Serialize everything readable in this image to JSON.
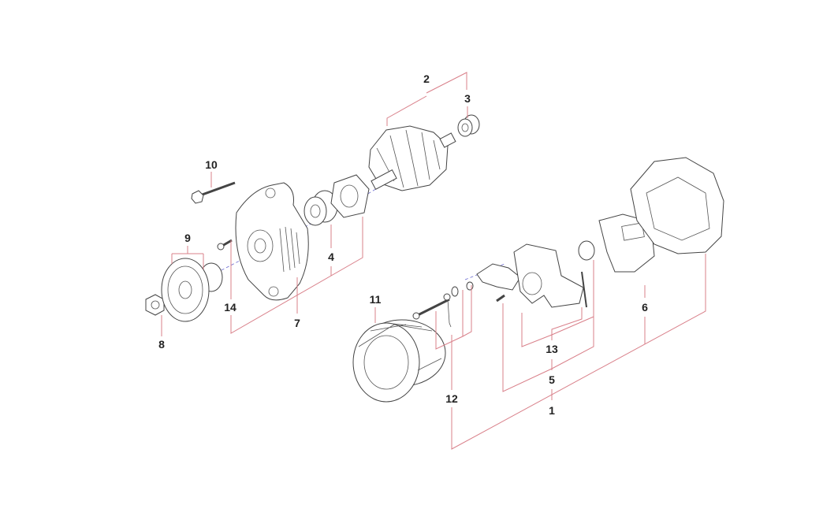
{
  "diagram": {
    "title": "Alternator exploded view",
    "callouts": {
      "c1": "1",
      "c2": "2",
      "c3": "3",
      "c4": "4",
      "c5": "5",
      "c6": "6",
      "c7": "7",
      "c8": "8",
      "c9": "9",
      "c10": "10",
      "c11": "11",
      "c12": "12",
      "c13": "13",
      "c14": "14"
    },
    "colors": {
      "leader": "#d9808a",
      "part": "#444444",
      "axis": "#6b6bd0"
    }
  }
}
